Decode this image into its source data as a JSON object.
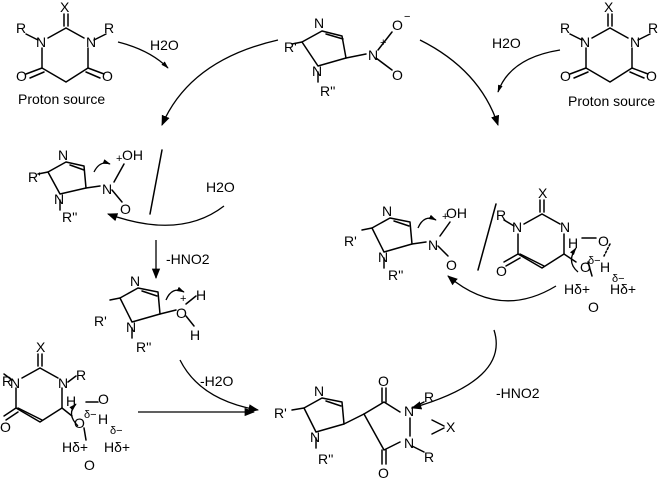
{
  "labels": {
    "proton_source": "Proton source",
    "water": "H2O",
    "minus_water": "-H2O",
    "minus_hno2": "-HNO2",
    "minus_hno2_right": "-HNO2"
  },
  "atoms": {
    "X": "X",
    "R": "R",
    "O": "O",
    "N": "N",
    "H": "H",
    "R1": "R'",
    "R2": "R''",
    "OH": "OH",
    "plus": "+",
    "minus": "−",
    "delta_minus": "δ−",
    "delta_plus": "δ+",
    "H_delta_plus": "Hδ+"
  },
  "structures": [
    "barbiturate-proton-source-left",
    "nitroimidazole",
    "barbiturate-proton-source-right",
    "protonated-nitroimidazole-left",
    "hydroxyimidazolium",
    "protonated-nitroimidazole-right",
    "enol-barbiturate-hbonded-right",
    "enol-barbiturate-hbonded-left",
    "imidazolyl-barbiturate-product"
  ]
}
